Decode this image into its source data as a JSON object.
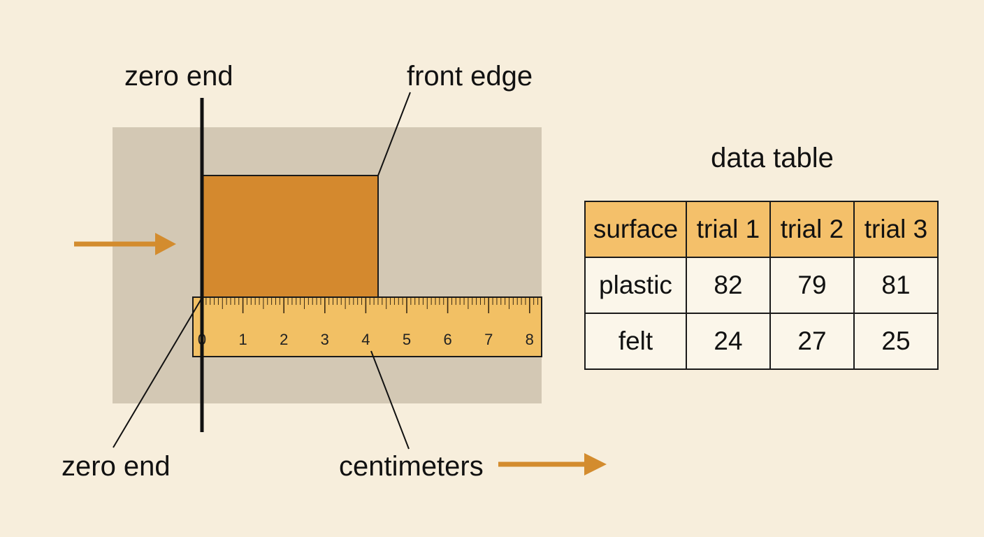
{
  "labels": {
    "zero_end_top": "zero end",
    "front_edge": "front edge",
    "zero_end_bottom": "zero end",
    "centimeters": "centimeters"
  },
  "ruler": {
    "numbers": [
      "0",
      "1",
      "2",
      "3",
      "4",
      "5",
      "6",
      "7",
      "8"
    ]
  },
  "table": {
    "title": "data table",
    "headers": [
      "surface",
      "trial 1",
      "trial 2",
      "trial 3"
    ],
    "rows": [
      [
        "plastic",
        "82",
        "79",
        "81"
      ],
      [
        "felt",
        "24",
        "27",
        "25"
      ]
    ]
  },
  "colors": {
    "background": "#f7eedc",
    "surface_panel": "#d3c8b4",
    "block": "#d4892e",
    "ruler": "#f2c064",
    "arrow": "#d38c2e",
    "table_header": "#f4c06a"
  },
  "icons": {
    "push_arrow": "arrow-right-icon",
    "direction_arrow": "arrow-right-icon"
  }
}
